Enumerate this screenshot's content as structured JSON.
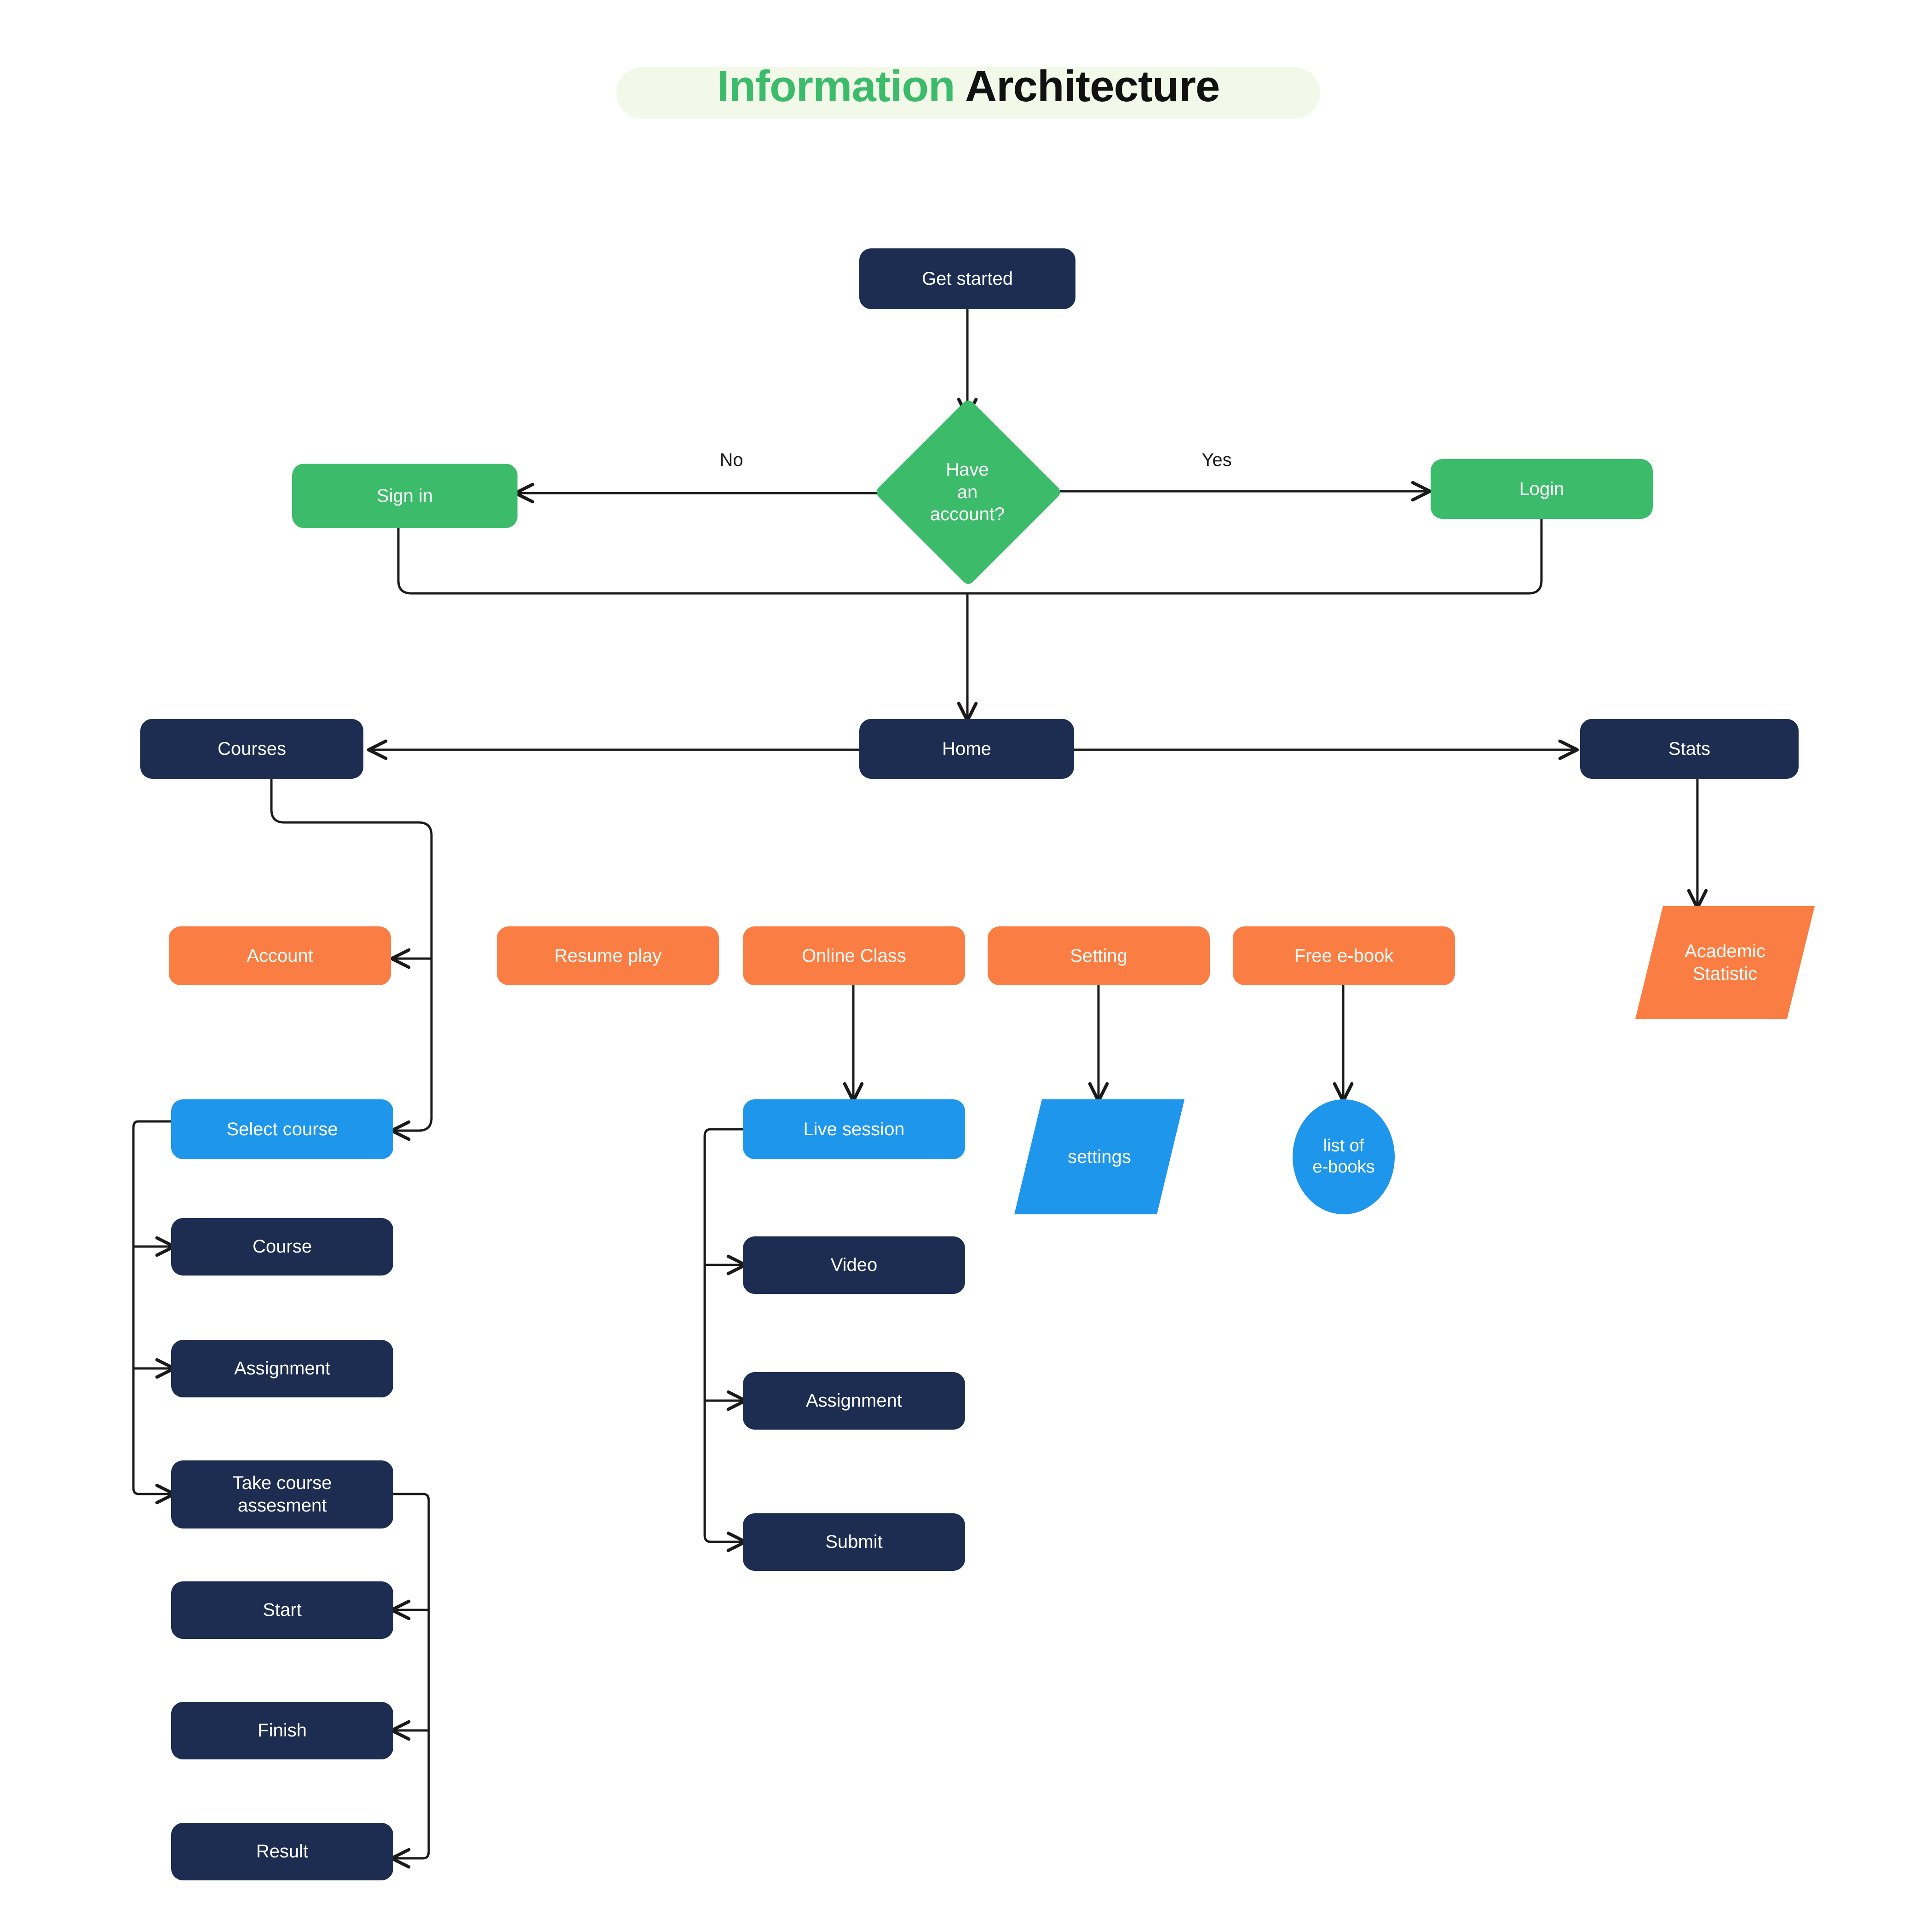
{
  "title": {
    "part_green": "Information",
    "part_dark": " Architecture"
  },
  "nodes": {
    "get_started": "Get started",
    "decision": "Have\nan\naccount?",
    "decision_line1": "Have",
    "decision_line2": "an",
    "decision_line3": "account?",
    "sign_in": "Sign in",
    "login": "Login",
    "courses": "Courses",
    "home": "Home",
    "stats": "Stats",
    "account": "Account",
    "resume_play": "Resume play",
    "online_class": "Online Class",
    "setting": "Setting",
    "free_ebook": "Free e-book",
    "academic_statistic": "Academic\nStatistic",
    "academic_statistic_line1": "Academic",
    "academic_statistic_line2": "Statistic",
    "select_course": "Select course",
    "live_session": "Live session",
    "settings_doc": "settings",
    "list_of_ebooks_line1": "list of",
    "list_of_ebooks_line2": "e-books",
    "course": "Course",
    "assignment_left": "Assignment",
    "take_course_assesment_line1": "Take course",
    "take_course_assesment_line2": "assesment",
    "start": "Start",
    "finish": "Finish",
    "result": "Result",
    "video": "Video",
    "assignment_mid": "Assignment",
    "submit": "Submit"
  },
  "edge_labels": {
    "no": "No",
    "yes": "Yes"
  },
  "colors": {
    "navy": "#1c2d51",
    "green": "#3cbc6b",
    "orange": "#fa7e43",
    "blue": "#1e96eb",
    "title_pill": "#f2f9e9",
    "edge": "#1a1a1a",
    "background": "#ffffff"
  }
}
